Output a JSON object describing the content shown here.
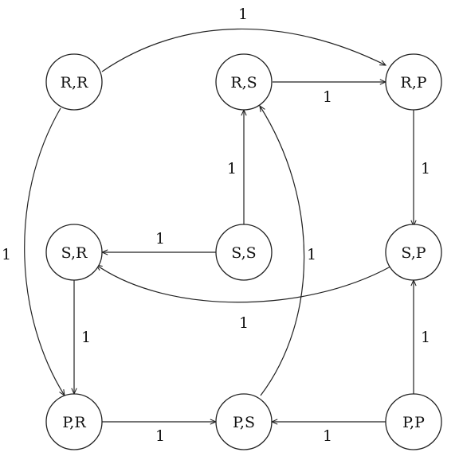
{
  "nodes": {
    "rr": "R,R",
    "rs": "R,S",
    "rp": "R,P",
    "sr": "S,R",
    "ss": "S,S",
    "sp": "S,P",
    "pr": "P,R",
    "ps": "P,S",
    "pp": "P,P"
  },
  "edges": [
    {
      "from": "R,R",
      "to": "R,P",
      "label": "1"
    },
    {
      "from": "R,S",
      "to": "R,P",
      "label": "1"
    },
    {
      "from": "R,P",
      "to": "S,P",
      "label": "1"
    },
    {
      "from": "S,S",
      "to": "R,S",
      "label": "1"
    },
    {
      "from": "S,S",
      "to": "S,R",
      "label": "1"
    },
    {
      "from": "R,R",
      "to": "P,R",
      "label": "1"
    },
    {
      "from": "P,S",
      "to": "R,S",
      "label": "1"
    },
    {
      "from": "S,P",
      "to": "S,R",
      "label": "1"
    },
    {
      "from": "S,R",
      "to": "P,R",
      "label": "1"
    },
    {
      "from": "P,P",
      "to": "S,P",
      "label": "1"
    },
    {
      "from": "P,R",
      "to": "P,S",
      "label": "1"
    },
    {
      "from": "P,P",
      "to": "P,S",
      "label": "1"
    }
  ],
  "colors": {
    "stroke": "#222222",
    "text": "#111111",
    "background": "#ffffff"
  }
}
